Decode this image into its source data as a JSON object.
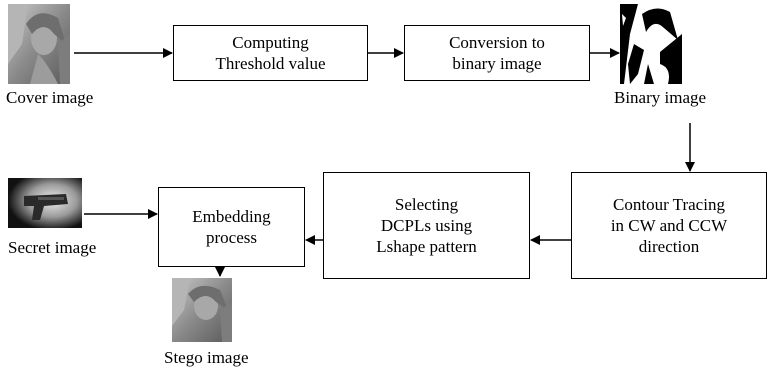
{
  "diagram": {
    "nodes": {
      "computing_threshold": "Computing\nThreshold value",
      "conversion_binary": "Conversion to\nbinary image",
      "contour_tracing": "Contour Tracing\nin CW and CCW\ndirection",
      "selecting_dcpls": "Selecting\nDCPLs using\nLshape pattern",
      "embedding": "Embedding\nprocess"
    },
    "image_labels": {
      "cover": "Cover image",
      "binary": "Binary image",
      "secret": "Secret image",
      "stego": "Stego image"
    },
    "edges": [
      {
        "from": "cover-image",
        "to": "computing-threshold"
      },
      {
        "from": "computing-threshold",
        "to": "conversion-binary"
      },
      {
        "from": "conversion-binary",
        "to": "binary-image"
      },
      {
        "from": "binary-image",
        "to": "contour-tracing"
      },
      {
        "from": "contour-tracing",
        "to": "selecting-dcpls"
      },
      {
        "from": "selecting-dcpls",
        "to": "embedding"
      },
      {
        "from": "secret-image",
        "to": "embedding"
      },
      {
        "from": "embedding",
        "to": "stego-image"
      }
    ]
  }
}
